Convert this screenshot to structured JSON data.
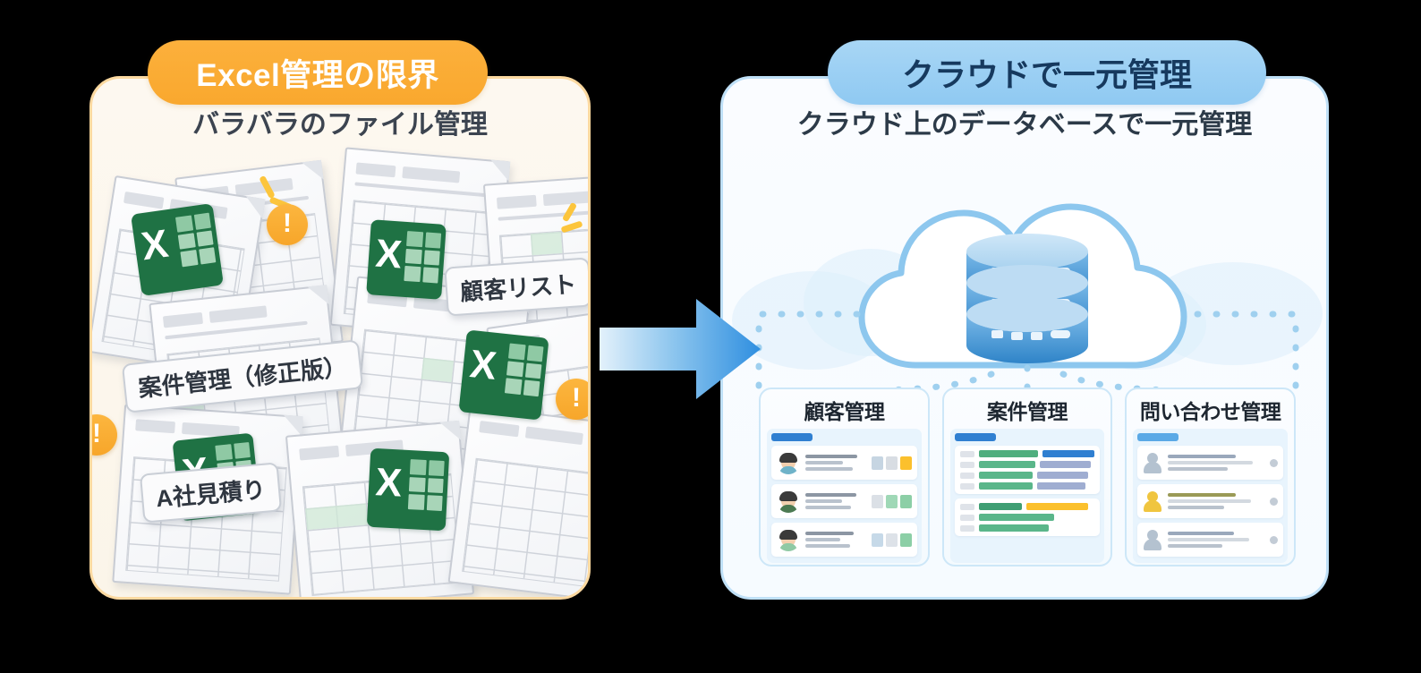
{
  "left": {
    "pill_label": "Excel管理の限界",
    "subtitle": "バラバラのファイル管理",
    "file_tags": [
      "顧客リスト",
      "案件管理（修正版）",
      "A社見積り"
    ],
    "warning_glyph": "!",
    "excel_glyph": "X",
    "accent": "#f9a82e",
    "panel_bg": "#fdf8f0",
    "panel_border": "#fcd9a0"
  },
  "arrow": {
    "label": "transition-arrow",
    "gradient_from": "#d9ecfa",
    "gradient_to": "#2f8fe0"
  },
  "right": {
    "pill_label": "クラウドで一元管理",
    "subtitle": "クラウド上のデータベースで一元管理",
    "accent": "#8fc9f2",
    "panel_bg": "#fafcff",
    "panel_border": "#bfe0f7",
    "cards": [
      {
        "title": "顧客管理",
        "kind": "customer-list"
      },
      {
        "title": "案件管理",
        "kind": "project-table"
      },
      {
        "title": "問い合わせ管理",
        "kind": "inquiry-list"
      }
    ]
  }
}
